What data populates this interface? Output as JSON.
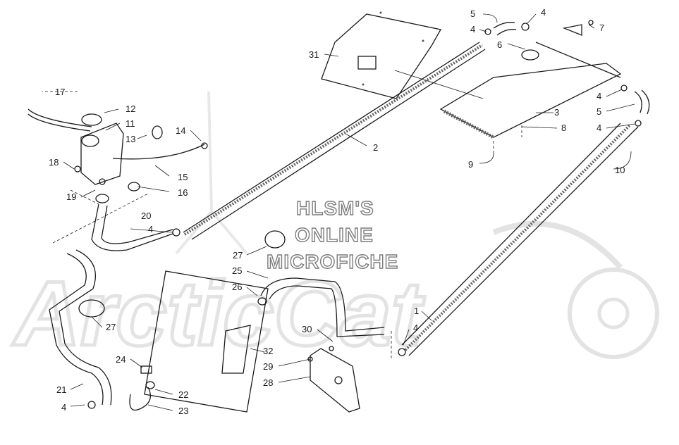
{
  "watermark": {
    "lines": [
      "HLSM'S",
      "ONLINE",
      "MICROFICHE"
    ],
    "logo_text": "ArcticCat"
  },
  "callouts": [
    {
      "id": "c1",
      "text": "1"
    },
    {
      "id": "c2",
      "text": "2"
    },
    {
      "id": "c3",
      "text": "3"
    },
    {
      "id": "c4a",
      "text": "4"
    },
    {
      "id": "c4b",
      "text": "4"
    },
    {
      "id": "c4c",
      "text": "4"
    },
    {
      "id": "c4d",
      "text": "4"
    },
    {
      "id": "c4e",
      "text": "4"
    },
    {
      "id": "c4f",
      "text": "4"
    },
    {
      "id": "c4g",
      "text": "4"
    },
    {
      "id": "c5a",
      "text": "5"
    },
    {
      "id": "c5b",
      "text": "5"
    },
    {
      "id": "c6",
      "text": "6"
    },
    {
      "id": "c7",
      "text": "7"
    },
    {
      "id": "c8",
      "text": "8"
    },
    {
      "id": "c9",
      "text": "9"
    },
    {
      "id": "c10",
      "text": "10"
    },
    {
      "id": "c11",
      "text": "11"
    },
    {
      "id": "c12",
      "text": "12"
    },
    {
      "id": "c13",
      "text": "13"
    },
    {
      "id": "c14",
      "text": "14"
    },
    {
      "id": "c15",
      "text": "15"
    },
    {
      "id": "c16",
      "text": "16"
    },
    {
      "id": "c17",
      "text": "17"
    },
    {
      "id": "c18",
      "text": "18"
    },
    {
      "id": "c19",
      "text": "19"
    },
    {
      "id": "c20",
      "text": "20"
    },
    {
      "id": "c21",
      "text": "21"
    },
    {
      "id": "c22",
      "text": "22"
    },
    {
      "id": "c23",
      "text": "23"
    },
    {
      "id": "c24",
      "text": "24"
    },
    {
      "id": "c25",
      "text": "25"
    },
    {
      "id": "c26",
      "text": "26"
    },
    {
      "id": "c27a",
      "text": "27"
    },
    {
      "id": "c27b",
      "text": "27"
    },
    {
      "id": "c28",
      "text": "28"
    },
    {
      "id": "c29",
      "text": "29"
    },
    {
      "id": "c30",
      "text": "30"
    },
    {
      "id": "c31",
      "text": "31"
    },
    {
      "id": "c32",
      "text": "32"
    }
  ]
}
